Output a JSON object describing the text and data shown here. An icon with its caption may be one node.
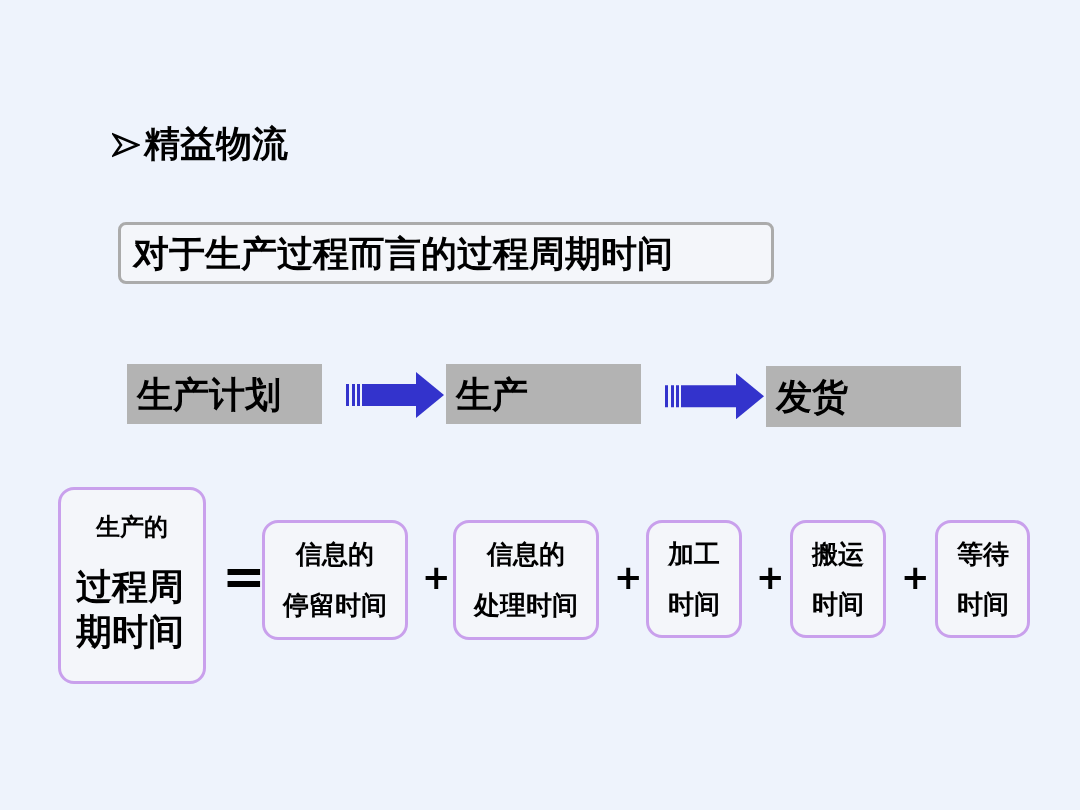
{
  "diagram": {
    "title": "精益物流",
    "nodes": [
      {
        "text": [
          "对于生产过程而言的过程周期时间"
        ]
      },
      {
        "text": [
          "生产计划"
        ]
      },
      {
        "text": [
          "生产"
        ]
      },
      {
        "text": [
          "发货"
        ]
      },
      {
        "text": [
          "生产的",
          "过程周期时间"
        ]
      },
      {
        "text": [
          "信息的",
          "停留时间"
        ]
      },
      {
        "text": [
          "信息的",
          "处理时间"
        ]
      },
      {
        "text": [
          "加工",
          "时间"
        ]
      },
      {
        "text": [
          "搬运",
          "时间"
        ]
      },
      {
        "text": [
          "等待",
          "时间"
        ]
      }
    ],
    "edges": [
      {
        "from": 1,
        "to": 2,
        "arrow": "to"
      },
      {
        "from": 2,
        "to": 3,
        "arrow": "to"
      }
    ],
    "labels": [
      "=",
      "+",
      "+",
      "+",
      "+"
    ]
  }
}
